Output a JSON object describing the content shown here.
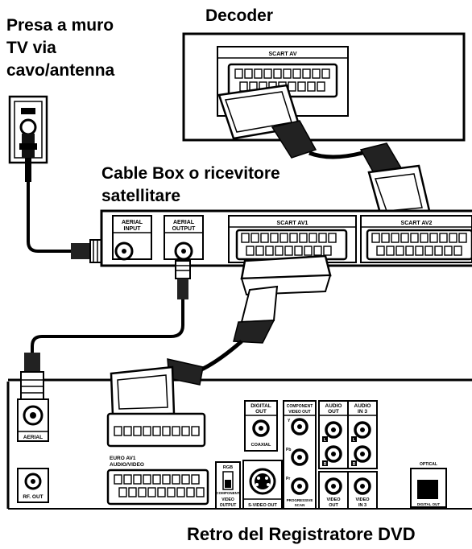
{
  "labels": {
    "wall_outlet": [
      "Presa a muro",
      "TV via",
      "cavo/antenna"
    ],
    "decoder": "Decoder",
    "cable_box": [
      "Cable Box o ricevitore",
      "satellitare"
    ],
    "recorder_rear": "Retro del Registratore DVD"
  },
  "decoder_panel": {
    "port": "SCART AV"
  },
  "cable_box_panel": {
    "aerial_input": [
      "AERIAL",
      "INPUT"
    ],
    "aerial_output": [
      "AERIAL",
      "OUTPUT"
    ],
    "scart1": "SCART AV1",
    "scart2": "SCART AV2"
  },
  "recorder_panel": {
    "aerial": "AERIAL",
    "rf_out": "RF. OUT",
    "euro_av1": [
      "EURO AV1",
      "AUDIO/VIDEO"
    ],
    "rgb": "RGB",
    "component": "COMPONENT",
    "video_output": [
      "VIDEO",
      "OUTPUT"
    ],
    "svideo_out": "S-VIDEO OUT",
    "digital_out": [
      "DIGITAL",
      "OUT"
    ],
    "coaxial": "COAXIAL",
    "component_video_out": [
      "COMPONENT",
      "VIDEO OUT"
    ],
    "progressive_scan": [
      "PROGRESSIVE",
      "SCAN"
    ],
    "audio_out": [
      "AUDIO",
      "OUT"
    ],
    "audio_in3": [
      "AUDIO",
      "IN 3"
    ],
    "video_out": [
      "VIDEO",
      "OUT"
    ],
    "video_in3": [
      "VIDEO",
      "IN 3"
    ],
    "optical": "OPTICAL",
    "digital_out_optical": "DIGITAL OUT",
    "jack_letters": [
      "Y",
      "Pb",
      "Pr",
      "L",
      "R"
    ]
  }
}
